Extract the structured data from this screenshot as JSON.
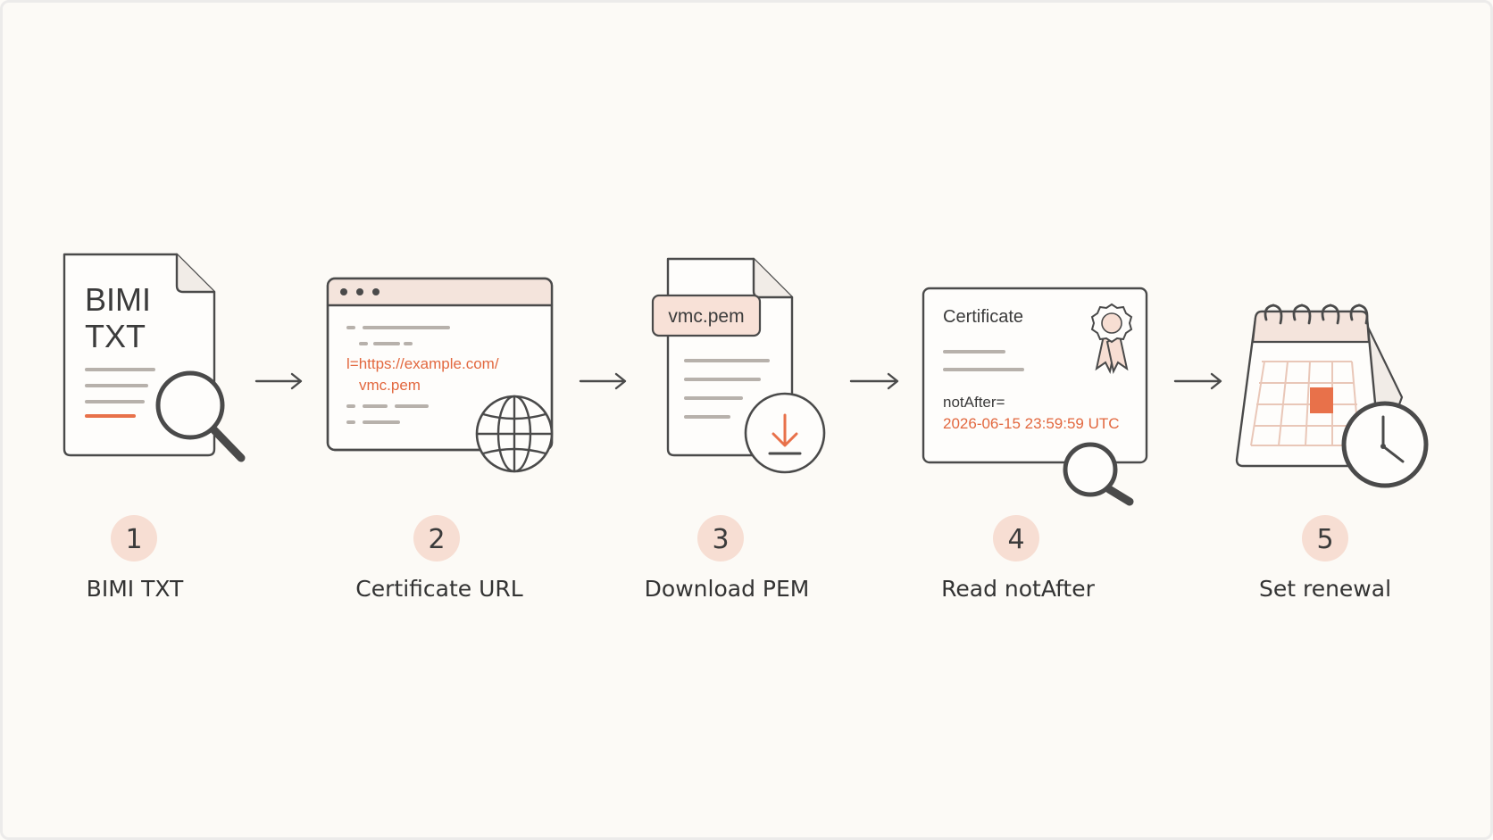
{
  "steps": [
    {
      "number": "1",
      "label": "BIMI TXT",
      "doc_text_line1": "BIMI",
      "doc_text_line2": "TXT"
    },
    {
      "number": "2",
      "label": "Certificate URL",
      "url_line1": "l=https://example.com/",
      "url_line2": "vmc.pem"
    },
    {
      "number": "3",
      "label": "Download PEM",
      "file_tag": "vmc.pem"
    },
    {
      "number": "4",
      "label": "Read notAfter",
      "cert_title": "Certificate",
      "field_name": "notAfter=",
      "field_value": "2026-06-15 23:59:59 UTC"
    },
    {
      "number": "5",
      "label": "Set renewal"
    }
  ],
  "colors": {
    "accent": "#e8714a",
    "badge_fill": "#f7ded3",
    "ink": "#4a4a4a",
    "background": "#fcfaf6"
  },
  "icons": [
    "document-icon",
    "magnifier-icon",
    "browser-window-icon",
    "globe-icon",
    "file-icon",
    "download-icon",
    "certificate-icon",
    "ribbon-icon",
    "calendar-icon",
    "clock-icon",
    "arrow-right-icon"
  ]
}
